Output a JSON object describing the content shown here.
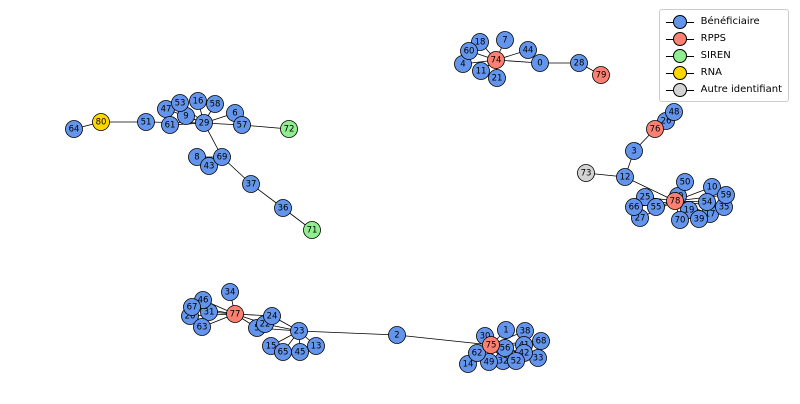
{
  "legend": {
    "items": [
      {
        "key": "beneficiaire",
        "label": "Bénéficiaire",
        "color": "#6495ED"
      },
      {
        "key": "rpps",
        "label": "RPPS",
        "color": "#FA8072"
      },
      {
        "key": "siren",
        "label": "SIREN",
        "color": "#90EE90"
      },
      {
        "key": "rna",
        "label": "RNA",
        "color": "#FFD700"
      },
      {
        "key": "autre",
        "label": "Autre identifiant",
        "color": "#D3D3D3"
      }
    ]
  },
  "graph": {
    "nodes": [
      {
        "id": "0",
        "type": "beneficiaire"
      },
      {
        "id": "1",
        "type": "beneficiaire"
      },
      {
        "id": "2",
        "type": "beneficiaire"
      },
      {
        "id": "3",
        "type": "beneficiaire"
      },
      {
        "id": "4",
        "type": "beneficiaire"
      },
      {
        "id": "5",
        "type": "beneficiaire"
      },
      {
        "id": "6",
        "type": "beneficiaire"
      },
      {
        "id": "7",
        "type": "beneficiaire"
      },
      {
        "id": "8",
        "type": "beneficiaire"
      },
      {
        "id": "9",
        "type": "beneficiaire"
      },
      {
        "id": "10",
        "type": "beneficiaire"
      },
      {
        "id": "11",
        "type": "beneficiaire"
      },
      {
        "id": "12",
        "type": "beneficiaire"
      },
      {
        "id": "13",
        "type": "beneficiaire"
      },
      {
        "id": "14",
        "type": "beneficiaire"
      },
      {
        "id": "15",
        "type": "beneficiaire"
      },
      {
        "id": "16",
        "type": "beneficiaire"
      },
      {
        "id": "17",
        "type": "beneficiaire"
      },
      {
        "id": "18",
        "type": "beneficiaire"
      },
      {
        "id": "19",
        "type": "beneficiaire"
      },
      {
        "id": "20",
        "type": "beneficiaire"
      },
      {
        "id": "21",
        "type": "beneficiaire"
      },
      {
        "id": "22",
        "type": "beneficiaire"
      },
      {
        "id": "23",
        "type": "beneficiaire"
      },
      {
        "id": "24",
        "type": "beneficiaire"
      },
      {
        "id": "25",
        "type": "beneficiaire"
      },
      {
        "id": "26",
        "type": "beneficiaire"
      },
      {
        "id": "27",
        "type": "beneficiaire"
      },
      {
        "id": "28",
        "type": "beneficiaire"
      },
      {
        "id": "29",
        "type": "beneficiaire"
      },
      {
        "id": "30",
        "type": "beneficiaire"
      },
      {
        "id": "31",
        "type": "beneficiaire"
      },
      {
        "id": "32",
        "type": "beneficiaire"
      },
      {
        "id": "33",
        "type": "beneficiaire"
      },
      {
        "id": "34",
        "type": "beneficiaire"
      },
      {
        "id": "35",
        "type": "beneficiaire"
      },
      {
        "id": "36",
        "type": "beneficiaire"
      },
      {
        "id": "37",
        "type": "beneficiaire"
      },
      {
        "id": "38",
        "type": "beneficiaire"
      },
      {
        "id": "39",
        "type": "beneficiaire"
      },
      {
        "id": "40",
        "type": "beneficiaire"
      },
      {
        "id": "41",
        "type": "beneficiaire"
      },
      {
        "id": "42",
        "type": "beneficiaire"
      },
      {
        "id": "43",
        "type": "beneficiaire"
      },
      {
        "id": "44",
        "type": "beneficiaire"
      },
      {
        "id": "45",
        "type": "beneficiaire"
      },
      {
        "id": "46",
        "type": "beneficiaire"
      },
      {
        "id": "47",
        "type": "beneficiaire"
      },
      {
        "id": "48",
        "type": "beneficiaire"
      },
      {
        "id": "49",
        "type": "beneficiaire"
      },
      {
        "id": "50",
        "type": "beneficiaire"
      },
      {
        "id": "51",
        "type": "beneficiaire"
      },
      {
        "id": "52",
        "type": "beneficiaire"
      },
      {
        "id": "53",
        "type": "beneficiaire"
      },
      {
        "id": "54",
        "type": "beneficiaire"
      },
      {
        "id": "55",
        "type": "beneficiaire"
      },
      {
        "id": "56",
        "type": "beneficiaire"
      },
      {
        "id": "57",
        "type": "beneficiaire"
      },
      {
        "id": "58",
        "type": "beneficiaire"
      },
      {
        "id": "59",
        "type": "beneficiaire"
      },
      {
        "id": "60",
        "type": "beneficiaire"
      },
      {
        "id": "61",
        "type": "beneficiaire"
      },
      {
        "id": "62",
        "type": "beneficiaire"
      },
      {
        "id": "63",
        "type": "beneficiaire"
      },
      {
        "id": "64",
        "type": "beneficiaire"
      },
      {
        "id": "65",
        "type": "beneficiaire"
      },
      {
        "id": "66",
        "type": "beneficiaire"
      },
      {
        "id": "67",
        "type": "beneficiaire"
      },
      {
        "id": "68",
        "type": "beneficiaire"
      },
      {
        "id": "69",
        "type": "beneficiaire"
      },
      {
        "id": "70",
        "type": "beneficiaire"
      },
      {
        "id": "71",
        "type": "siren"
      },
      {
        "id": "72",
        "type": "siren"
      },
      {
        "id": "73",
        "type": "autre"
      },
      {
        "id": "74",
        "type": "rpps"
      },
      {
        "id": "75",
        "type": "rpps"
      },
      {
        "id": "76",
        "type": "rpps"
      },
      {
        "id": "77",
        "type": "rpps"
      },
      {
        "id": "78",
        "type": "rpps"
      },
      {
        "id": "79",
        "type": "rpps"
      },
      {
        "id": "80",
        "type": "rna"
      }
    ],
    "edges": [
      [
        "74",
        "18"
      ],
      [
        "74",
        "7"
      ],
      [
        "74",
        "60"
      ],
      [
        "74",
        "4"
      ],
      [
        "74",
        "11"
      ],
      [
        "74",
        "21"
      ],
      [
        "74",
        "44"
      ],
      [
        "74",
        "0"
      ],
      [
        "0",
        "28"
      ],
      [
        "28",
        "79"
      ],
      [
        "29",
        "9"
      ],
      [
        "29",
        "61"
      ],
      [
        "29",
        "47"
      ],
      [
        "29",
        "53"
      ],
      [
        "29",
        "16"
      ],
      [
        "29",
        "58"
      ],
      [
        "29",
        "6"
      ],
      [
        "29",
        "57"
      ],
      [
        "57",
        "72"
      ],
      [
        "29",
        "51"
      ],
      [
        "51",
        "80"
      ],
      [
        "80",
        "64"
      ],
      [
        "29",
        "69"
      ],
      [
        "69",
        "8"
      ],
      [
        "69",
        "43"
      ],
      [
        "69",
        "37"
      ],
      [
        "37",
        "36"
      ],
      [
        "36",
        "71"
      ],
      [
        "48",
        "76"
      ],
      [
        "26",
        "76"
      ],
      [
        "76",
        "3"
      ],
      [
        "3",
        "12"
      ],
      [
        "12",
        "73"
      ],
      [
        "12",
        "78"
      ],
      [
        "78",
        "40"
      ],
      [
        "78",
        "25"
      ],
      [
        "78",
        "55"
      ],
      [
        "78",
        "66"
      ],
      [
        "78",
        "27"
      ],
      [
        "78",
        "50"
      ],
      [
        "78",
        "10"
      ],
      [
        "78",
        "59"
      ],
      [
        "78",
        "54"
      ],
      [
        "78",
        "35"
      ],
      [
        "78",
        "17"
      ],
      [
        "78",
        "19"
      ],
      [
        "78",
        "39"
      ],
      [
        "78",
        "70"
      ],
      [
        "77",
        "34"
      ],
      [
        "77",
        "46"
      ],
      [
        "77",
        "67"
      ],
      [
        "77",
        "31"
      ],
      [
        "77",
        "20"
      ],
      [
        "77",
        "63"
      ],
      [
        "77",
        "24"
      ],
      [
        "77",
        "22"
      ],
      [
        "77",
        "5"
      ],
      [
        "23",
        "5"
      ],
      [
        "23",
        "22"
      ],
      [
        "23",
        "24"
      ],
      [
        "23",
        "15"
      ],
      [
        "23",
        "65"
      ],
      [
        "23",
        "45"
      ],
      [
        "23",
        "13"
      ],
      [
        "23",
        "2"
      ],
      [
        "2",
        "75"
      ],
      [
        "75",
        "30"
      ],
      [
        "75",
        "1"
      ],
      [
        "75",
        "38"
      ],
      [
        "75",
        "68"
      ],
      [
        "75",
        "41"
      ],
      [
        "75",
        "42"
      ],
      [
        "75",
        "33"
      ],
      [
        "75",
        "52"
      ],
      [
        "75",
        "32"
      ],
      [
        "75",
        "49"
      ],
      [
        "75",
        "14"
      ],
      [
        "75",
        "62"
      ],
      [
        "75",
        "56"
      ]
    ]
  }
}
